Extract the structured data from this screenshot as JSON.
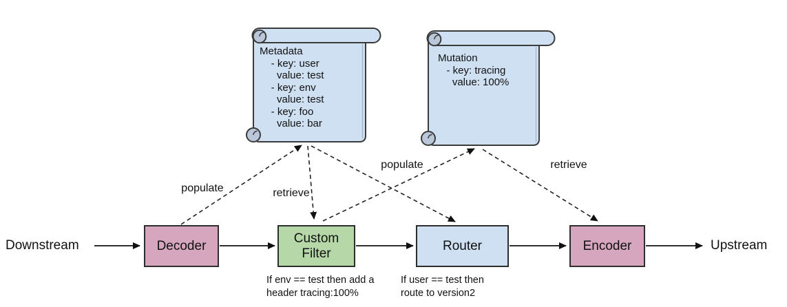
{
  "flow": {
    "downstream": "Downstream",
    "upstream": "Upstream"
  },
  "nodes": {
    "decoder": {
      "label": "Decoder"
    },
    "custom_filter": {
      "label": "Custom\nFilter",
      "caption": "If env == test then add a\nheader tracing:100%"
    },
    "router": {
      "label": "Router",
      "caption": "If user == test then\nroute to version2"
    },
    "encoder": {
      "label": "Encoder"
    }
  },
  "scrolls": {
    "metadata": {
      "title": "Metadata",
      "entries": [
        {
          "key": "user",
          "value": "test"
        },
        {
          "key": "env",
          "value": "test"
        },
        {
          "key": "foo",
          "value": "bar"
        }
      ],
      "text": "Metadata\n    - key: user\n      value: test\n    - key: env\n      value: test\n    - key: foo\n      value: bar"
    },
    "mutation": {
      "title": "Mutation",
      "entries": [
        {
          "key": "tracing",
          "value": "100%"
        }
      ],
      "text": "Mutation\n   - key: tracing\n     value: 100%"
    }
  },
  "edges": [
    {
      "from": "decoder",
      "to": "metadata",
      "label": "populate"
    },
    {
      "from": "metadata",
      "to": "custom_filter",
      "label": "retrieve"
    },
    {
      "from": "metadata",
      "to": "router"
    },
    {
      "from": "custom_filter",
      "to": "mutation",
      "label": "populate"
    },
    {
      "from": "mutation",
      "to": "encoder",
      "label": "retrieve"
    }
  ],
  "colors": {
    "node_pink": "#d5a6bd",
    "node_green": "#b6d7a8",
    "node_blue": "#cfe0f3",
    "scroll_fill": "#cfe0f3",
    "scroll_curl": "#b9c7d9",
    "outline": "#2d2d2d"
  }
}
